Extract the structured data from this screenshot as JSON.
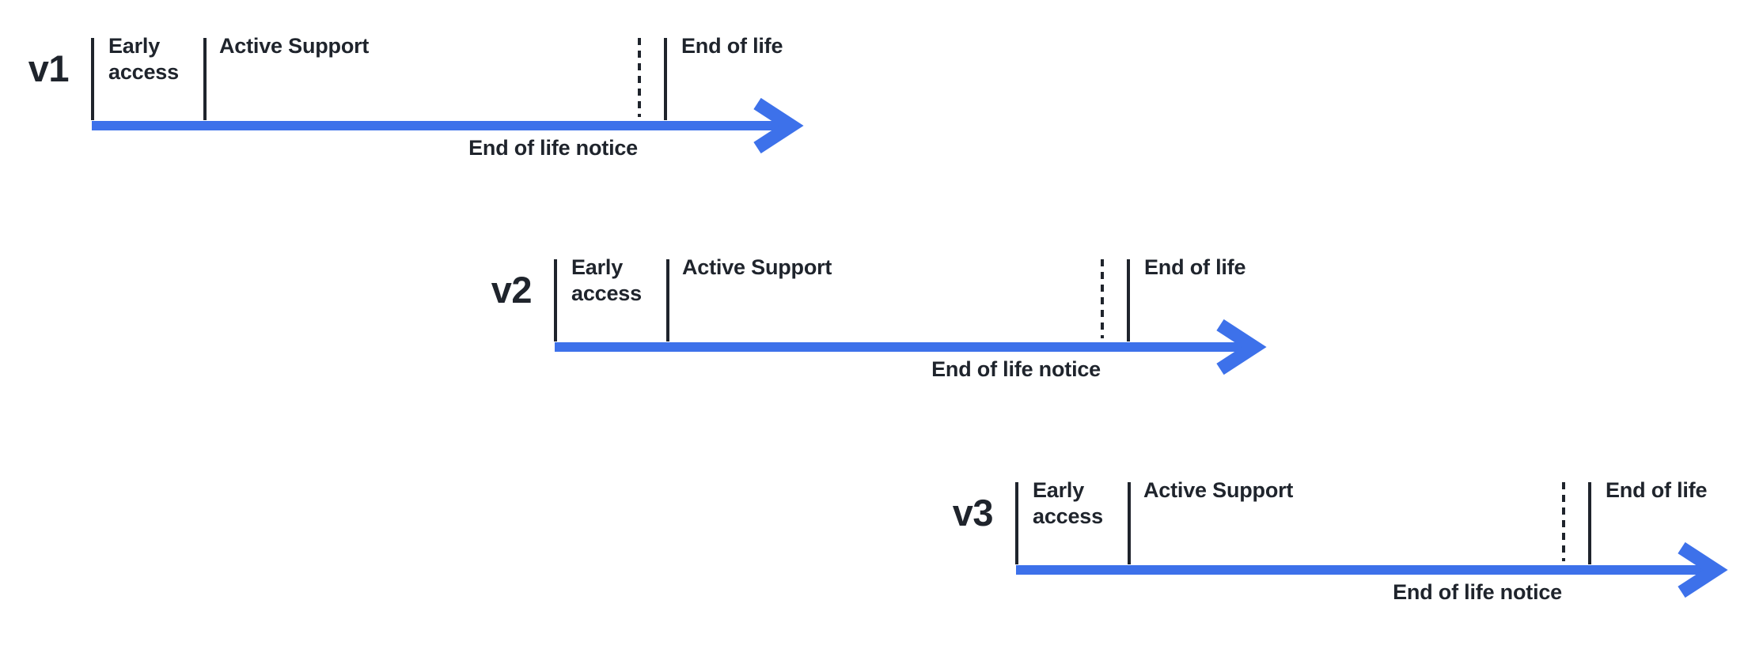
{
  "colors": {
    "accent_blue": "#3D71EA",
    "ink": "#1F242C"
  },
  "timelines": [
    {
      "version": "v1",
      "phases": {
        "early_access": "Early access",
        "active_support": "Active Support",
        "end_of_life": "End of life",
        "end_of_life_notice": "End of life notice"
      }
    },
    {
      "version": "v2",
      "phases": {
        "early_access": "Early access",
        "active_support": "Active Support",
        "end_of_life": "End of life",
        "end_of_life_notice": "End of life notice"
      }
    },
    {
      "version": "v3",
      "phases": {
        "early_access": "Early access",
        "active_support": "Active Support",
        "end_of_life": "End of life",
        "end_of_life_notice": "End of life notice"
      }
    }
  ]
}
